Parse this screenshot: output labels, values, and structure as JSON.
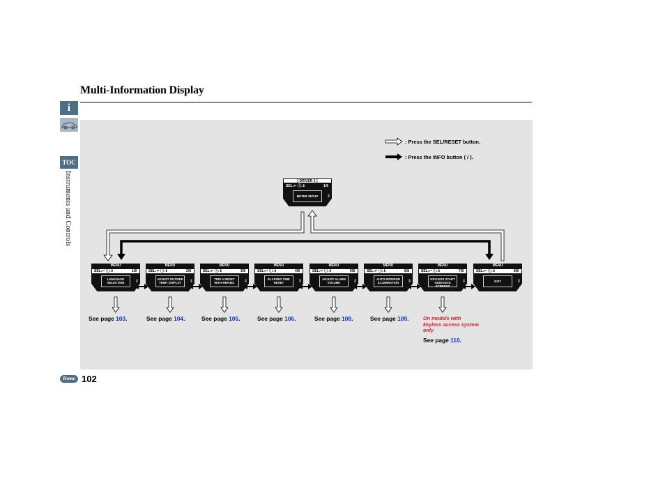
{
  "page": {
    "title": "Multi-Information Display",
    "section_tab": "Instruments and Controls",
    "page_number": "102",
    "toc_label": "TOC",
    "home_label": "Home",
    "info_icon_glyph": "i"
  },
  "legend": {
    "sel_reset": ": Press the SEL/RESET button.",
    "info": ": Press the INFO button (   /   )."
  },
  "top_screen": {
    "header": "[ DRIVER 1 ]",
    "sel": "SEL:↵  ⓘ:⇕",
    "page": "1/6",
    "label": "METER SETUP"
  },
  "screens": [
    {
      "header": "MENU",
      "sel": "SEL:↵  ⓘ:⇕",
      "page": "1/8",
      "label": "LANGUAGE SELECTION"
    },
    {
      "header": "MENU",
      "sel": "SEL:↵  ⓘ:⇕",
      "page": "2/8",
      "label": "ADJUST OUTSIDE TEMP. DISPLAY"
    },
    {
      "header": "MENU",
      "sel": "SEL:↵  ⓘ:⇕",
      "page": "3/8",
      "label": "TRIP A RESET WITH REFUEL"
    },
    {
      "header": "MENU",
      "sel": "SEL:↵  ⓘ:⇕",
      "page": "4/8",
      "label": "ELAPSED TIME RESET"
    },
    {
      "header": "MENU",
      "sel": "SEL:↵  ⓘ:⇕",
      "page": "5/8",
      "label": "ADJUST ALARM VOLUME"
    },
    {
      "header": "MENU",
      "sel": "SEL:↵  ⓘ:⇕",
      "page": "6/8",
      "label": "AUTO INTERIOR ILLUMINATION"
    },
    {
      "header": "MENU",
      "sel": "SEL:↵  ⓘ:⇕",
      "page": "7/8",
      "label": "KEYLESS START GUIDANCE SCREENS"
    },
    {
      "header": "MENU",
      "sel": "SEL:↵  ⓘ:⇕",
      "page": "8/8",
      "label": "EXIT"
    }
  ],
  "see_pages": [
    {
      "text": "See page ",
      "num": "103",
      "dot": "."
    },
    {
      "text": "See page ",
      "num": "104",
      "dot": "."
    },
    {
      "text": "See page ",
      "num": "105",
      "dot": "."
    },
    {
      "text": "See page ",
      "num": "106",
      "dot": "."
    },
    {
      "text": "See page ",
      "num": "108",
      "dot": "."
    },
    {
      "text": "See page ",
      "num": "109",
      "dot": "."
    }
  ],
  "keyless_note": "On models with keyless access system only",
  "keyless_see": {
    "text": "See page ",
    "num": "110",
    "dot": "."
  },
  "colors": {
    "link": "#1330c6",
    "note": "#d0202a",
    "panel": "#e4e4e4",
    "icon": "#4e6d86"
  }
}
